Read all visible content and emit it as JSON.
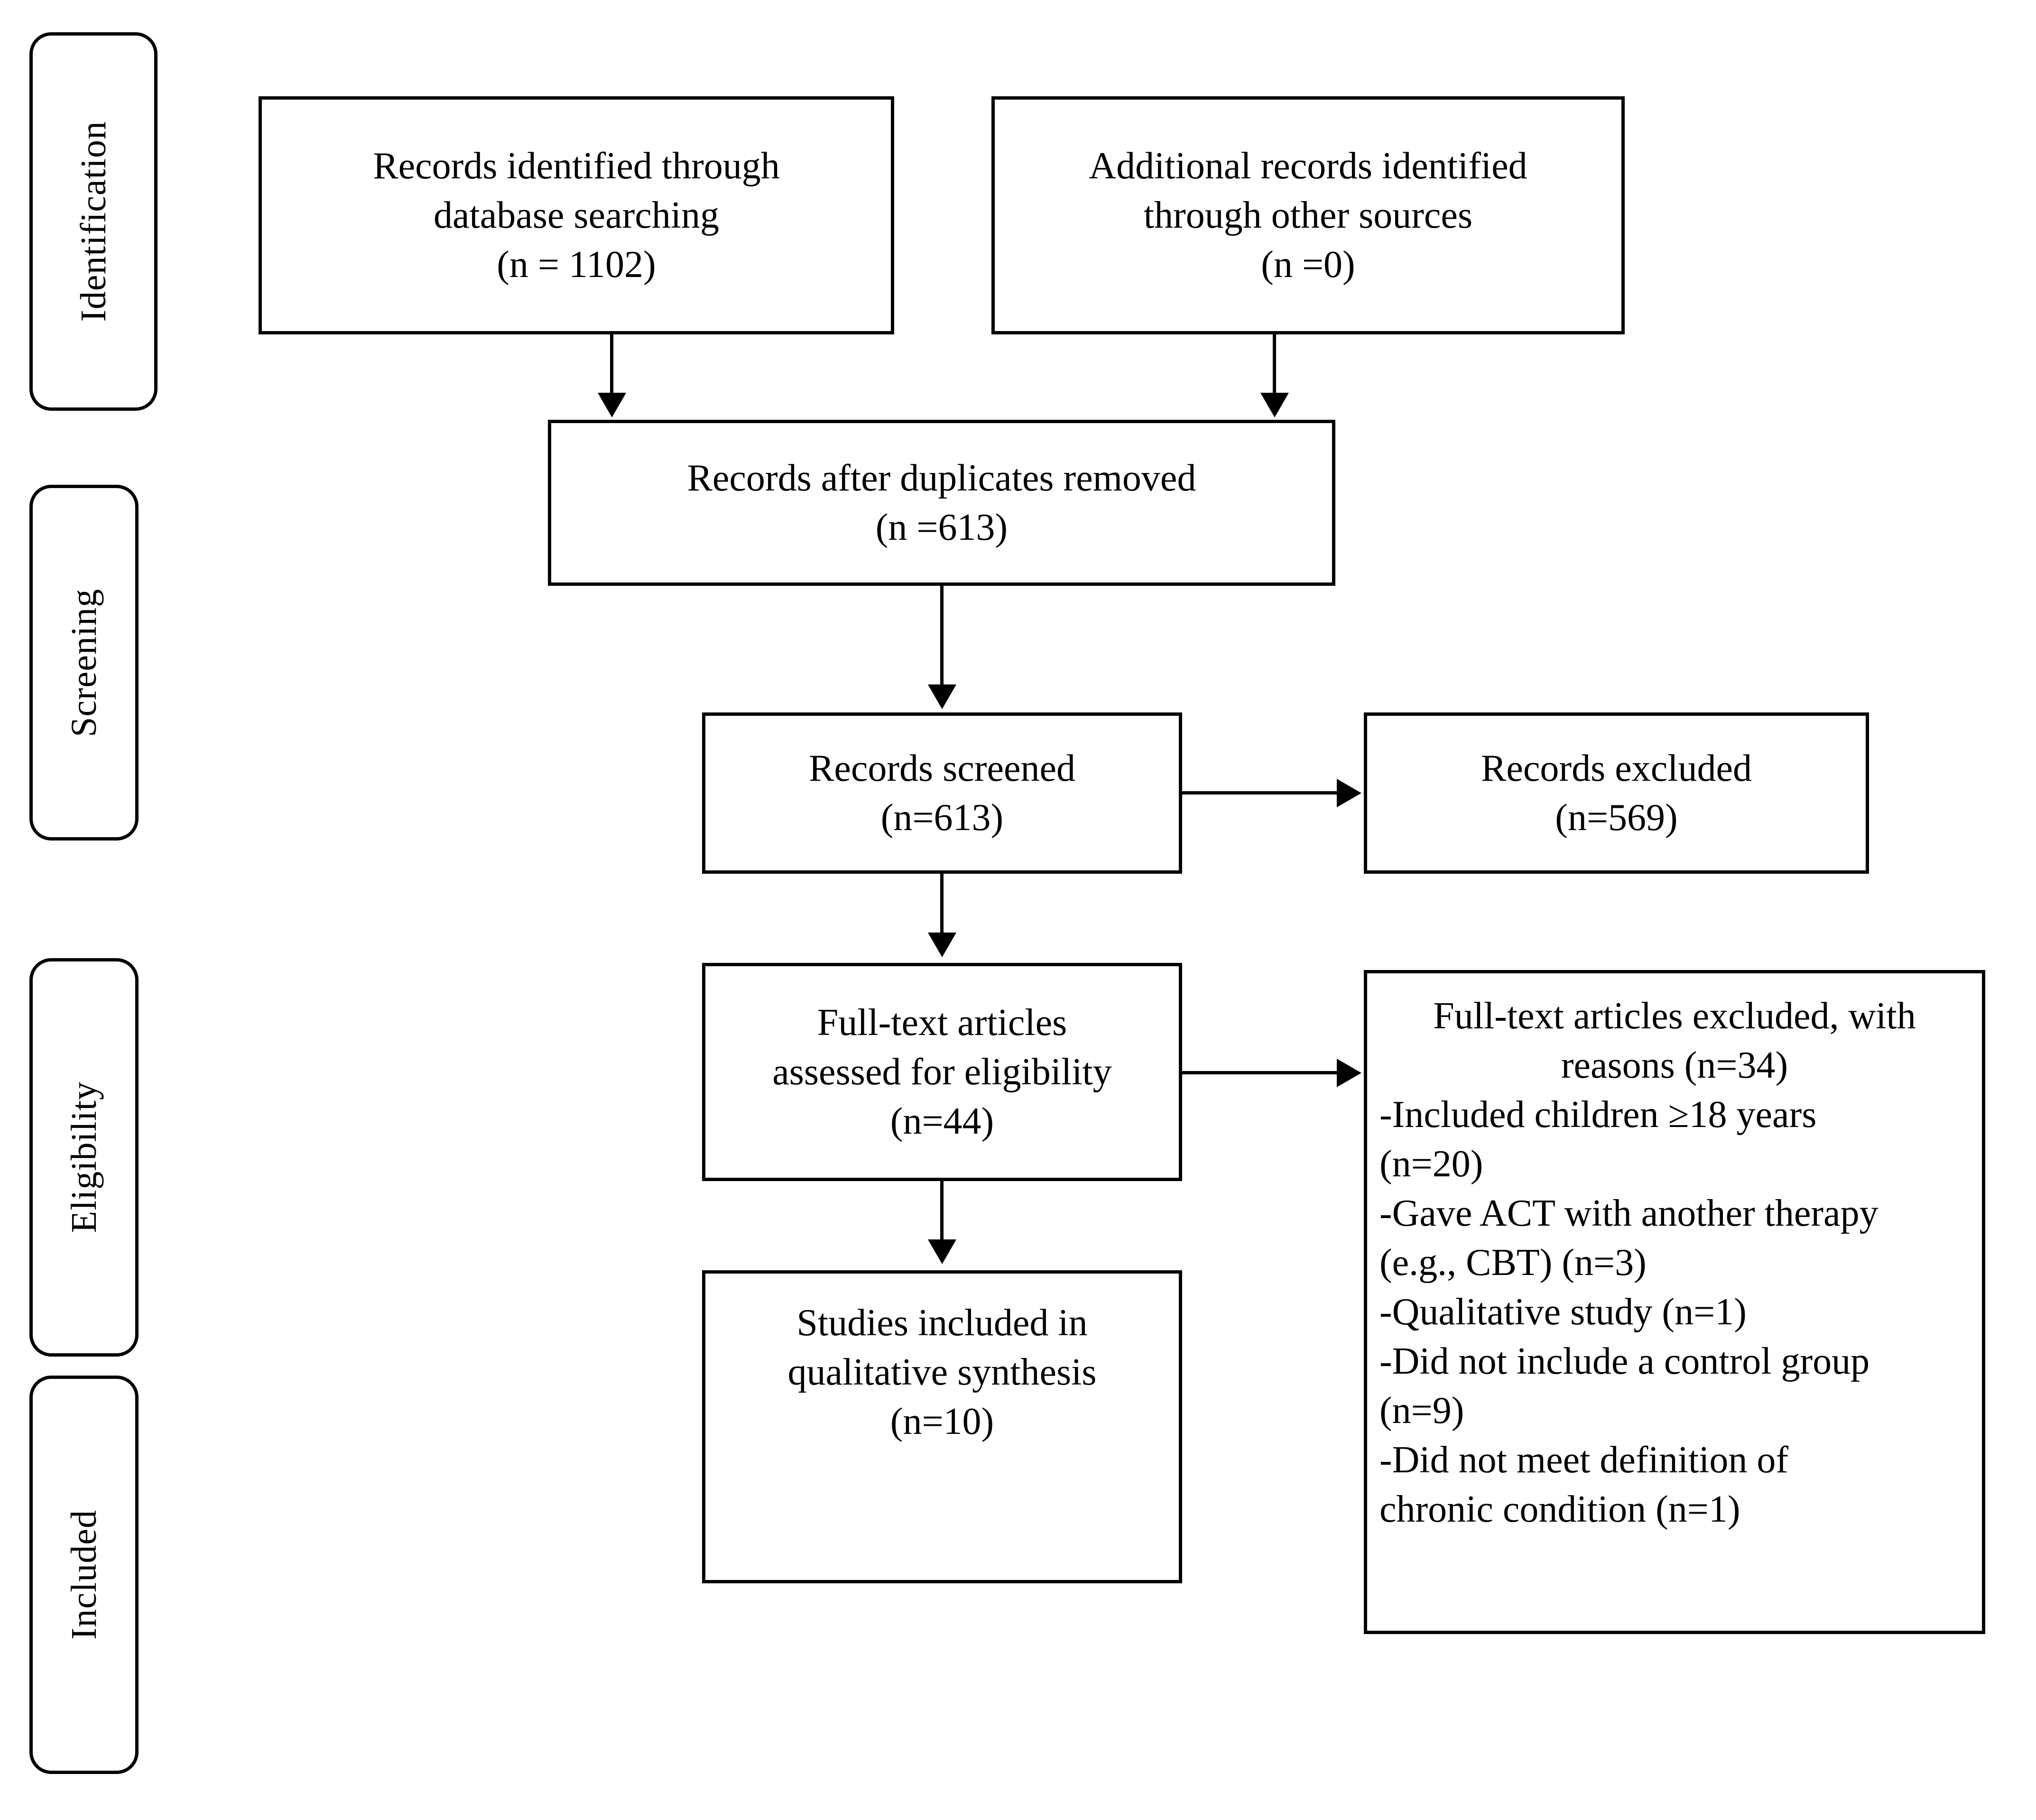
{
  "diagram": {
    "type": "prisma-flow-diagram",
    "stages": [
      {
        "id": "identification",
        "label": "Identification"
      },
      {
        "id": "screening",
        "label": "Screening"
      },
      {
        "id": "eligibility",
        "label": "Eligibility"
      },
      {
        "id": "included",
        "label": "Included"
      }
    ],
    "nodes": {
      "db_search": {
        "line1": "Records identified through",
        "line2": "database searching",
        "line3": "(n = 1102)",
        "count": 1102
      },
      "other_sources": {
        "line1": "Additional records identified",
        "line2": "through other sources",
        "line3": "(n =0)",
        "count": 0
      },
      "duplicates_removed": {
        "line1": "Records after duplicates removed",
        "line2": "(n =613)",
        "count": 613
      },
      "records_screened": {
        "line1": "Records screened",
        "line2": "(n=613)",
        "count": 613
      },
      "records_excluded": {
        "line1": "Records excluded",
        "line2": "(n=569)",
        "count": 569
      },
      "fulltext_assessed": {
        "line1": "Full-text articles",
        "line2": "assessed for eligibility",
        "line3": "(n=44)",
        "count": 44
      },
      "studies_included": {
        "line1": "Studies included in",
        "line2": "qualitative synthesis",
        "line3": "(n=10)",
        "count": 10
      },
      "fulltext_excluded": {
        "heading_line1": "Full-text articles excluded, with",
        "heading_line2": "reasons (n=34)",
        "total": 34,
        "reasons": [
          {
            "text": "-Included children ≥18 years",
            "cont": "(n=20)",
            "count": 20
          },
          {
            "text": "-Gave ACT with another therapy",
            "cont": "(e.g., CBT) (n=3)",
            "count": 3
          },
          {
            "text": "-Qualitative study (n=1)",
            "cont": "",
            "count": 1
          },
          {
            "text": "-Did not include a control group",
            "cont": "(n=9)",
            "count": 9
          },
          {
            "text": "-Did not meet definition of",
            "cont": "chronic condition (n=1)",
            "count": 1
          }
        ]
      }
    },
    "colors": {
      "stroke": "#000000",
      "fill": "#ffffff",
      "text": "#000000"
    }
  }
}
